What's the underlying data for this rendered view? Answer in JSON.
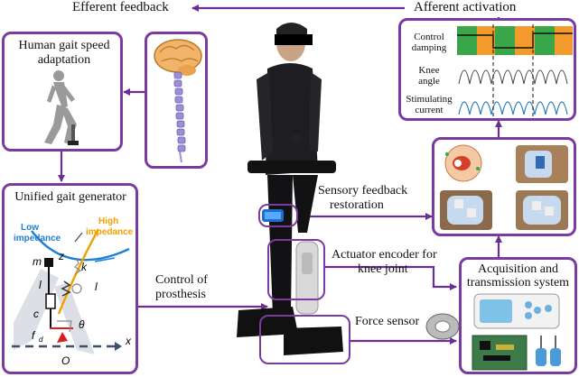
{
  "headers": {
    "efferent": "Efferent feedback",
    "afferent": "Afferent activation"
  },
  "human_gait": {
    "title_line1": "Human gait speed",
    "title_line2": "adaptation"
  },
  "generator": {
    "title": "Unified gait generator",
    "low_line1": "Low",
    "low_line2": "impedance",
    "high_line1": "High",
    "high_line2": "impedance",
    "sym_m": "m",
    "sym_z": "z",
    "sym_k": "k",
    "sym_l1": "l",
    "sym_l2": "l",
    "sym_c": "c",
    "sym_fd": "f",
    "sym_fd_sub": "d",
    "sym_theta": "θ",
    "sym_o": "O",
    "sym_x": "x"
  },
  "plots": {
    "row1": "Control damping",
    "row2_line1": "Knee",
    "row2_line2": "angle",
    "row3_line1": "Stimulating",
    "row3_line2": "current"
  },
  "labels": {
    "sensory_line1": "Sensory feedback",
    "sensory_line2": "restoration",
    "encoder_line1": "Actuator encoder for",
    "encoder_line2": "knee joint",
    "control_line1": "Control of",
    "control_line2": "prosthesis",
    "force": "Force sensor"
  },
  "acquisition": {
    "title_line1": "Acquisition and",
    "title_line2": "transmission system"
  },
  "colors": {
    "border": "#7a3aa0",
    "arrow": "#6a2f96",
    "low_impedance": "#1f7fd6",
    "high_impedance": "#f2a000",
    "plot_green": "#3aa64a",
    "plot_orange": "#f39a2c",
    "plot_blue": "#2c7fc0"
  }
}
